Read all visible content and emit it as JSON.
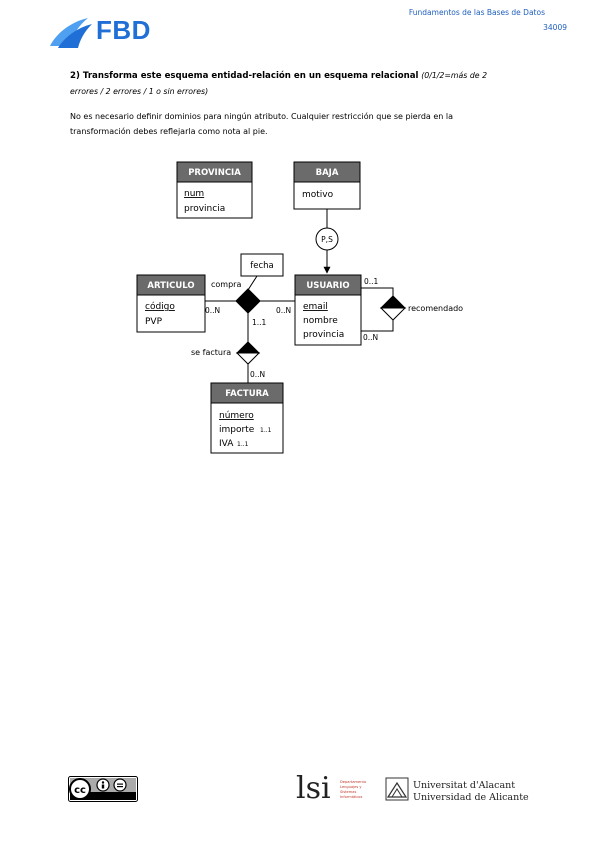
{
  "header": {
    "brand": "FBD",
    "course": "Fundamentos de las Bases de Datos",
    "code": "34009"
  },
  "question": {
    "title": "2) Transforma este esquema entidad-relación en un esquema relacional",
    "score_a": "(0/1/2=más de 2",
    "score_b": "errores / 2 errores / 1 o sin errores)"
  },
  "instructions": {
    "line1": "No es necesario definir dominios para ningún atributo. Cualquier restricción que se pierda en la",
    "line2": "transformación debes reflejarla como nota al pie."
  },
  "diagram": {
    "entities": {
      "provincia": {
        "name": "PROVINCIA",
        "key": "num",
        "attr1": "provincia"
      },
      "baja": {
        "name": "BAJA",
        "attr1": "motivo"
      },
      "articulo": {
        "name": "ARTICULO",
        "key": "código",
        "attr1": "PVP"
      },
      "usuario": {
        "name": "USUARIO",
        "key": "email",
        "attr1": "nombre",
        "attr2": "provincia"
      },
      "factura": {
        "name": "FACTURA",
        "key": "número",
        "attr1": "importe",
        "attr1_card": "1..1",
        "attr2": "IVA",
        "attr2_card": "1..1"
      }
    },
    "relationships": {
      "compra": "compra",
      "se_factura": "se factura",
      "recomendado": "recomendado"
    },
    "hierarchy": "P,S",
    "attribute_box": "fecha",
    "cardinalities": {
      "articulo_compra": "0..N",
      "usuario_compra": "0..N",
      "compra_factura": "1..1",
      "factura_sefactura": "0..N",
      "recomendado_top": "0..1",
      "recomendado_bottom": "0..N"
    }
  },
  "footer": {
    "lsi": "lsi",
    "lsi_sub1": "Departamento",
    "lsi_sub2": "Lenguajes y",
    "lsi_sub3": "Sistemas",
    "lsi_sub4": "Informáticos",
    "ua1": "Universitat d'Alacant",
    "ua2": "Universidad de Alicante"
  },
  "colors": {
    "brand_blue": "#1f6fd6",
    "header_blue": "#1f5fbf",
    "entity_header": "#6b6b6b"
  }
}
